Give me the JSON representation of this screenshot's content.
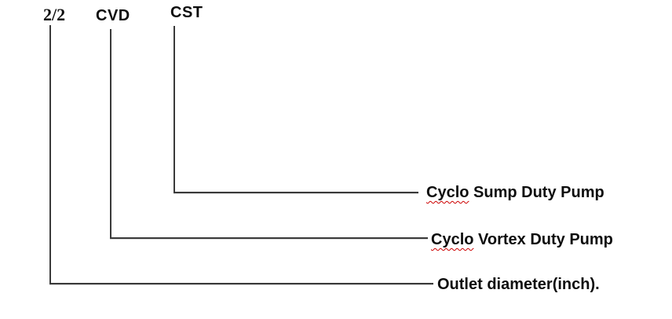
{
  "page": {
    "background": "#ffffff",
    "text_color": "#0d0d0d",
    "line_color": "#3a3a3a",
    "squiggle_color": "#cc0000"
  },
  "entries": [
    {
      "code": "2/2",
      "label": "Outlet diameter(inch).",
      "squiggled_word": "",
      "label_after_squiggle": "Outlet diameter(inch)."
    },
    {
      "code": "CVD",
      "label": "Cyclo Vortex Duty Pump",
      "squiggled_word": "Cyclo",
      "label_after_squiggle": " Vortex Duty Pump"
    },
    {
      "code": "CST",
      "label": "Cyclo Sump Duty Pump",
      "squiggled_word": "Cyclo",
      "label_after_squiggle": " Sump Duty Pump"
    }
  ]
}
